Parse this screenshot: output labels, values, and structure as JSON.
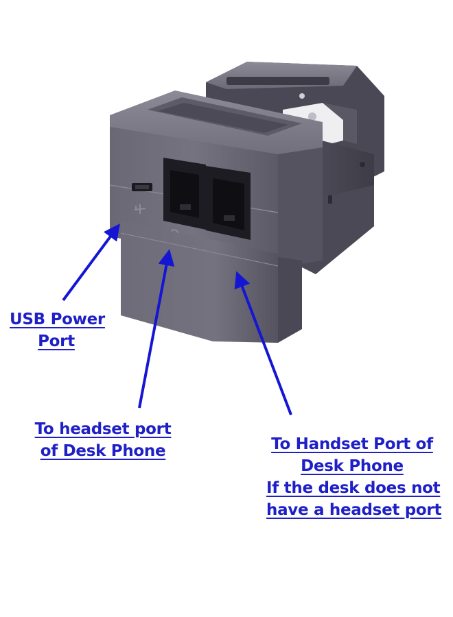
{
  "annotations": {
    "usb_power_port": {
      "line1": "USB Power",
      "line2": "Port"
    },
    "headset_port": {
      "line1": "To headset port",
      "line2": "of Desk Phone"
    },
    "handset_port": {
      "line1": "To Handset Port of",
      "line2": "Desk Phone",
      "line3": "If the desk does not",
      "line4": "have a headset port"
    }
  },
  "colors": {
    "annotation_text": "#1f1fc8",
    "arrow": "#1515d4",
    "device_body": "#5f5d6a",
    "background": "#ffffff"
  },
  "icons": [
    "usb-icon",
    "headset-icon",
    "handset-icon"
  ]
}
